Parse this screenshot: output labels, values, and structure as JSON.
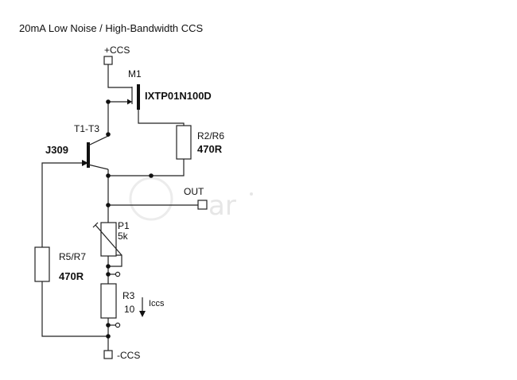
{
  "title": "20mA Low Noise / High-Bandwidth CCS",
  "watermark": "ar",
  "nodes": {
    "pos_supply": "+CCS",
    "neg_supply": "-CCS",
    "output": "OUT"
  },
  "components": {
    "mosfet": {
      "ref": "M1",
      "part": "IXTP01N100D"
    },
    "jfet": {
      "ref": "T1-T3",
      "part": "J309"
    },
    "r_mosfet": {
      "ref": "R2/R6",
      "value": "470R"
    },
    "r_gate": {
      "ref": "R5/R7",
      "value": "470R"
    },
    "pot": {
      "ref": "P1",
      "value": "5k"
    },
    "r_sense": {
      "ref": "R3",
      "value": "10"
    }
  },
  "current_label": "Iccs"
}
